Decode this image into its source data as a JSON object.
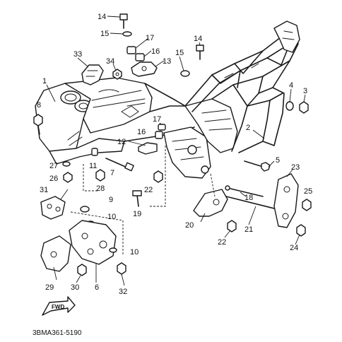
{
  "diagram": {
    "code": "3BMA361-5190",
    "fwd_label": "FWD",
    "callouts": [
      {
        "id": "c14a",
        "label": "14"
      },
      {
        "id": "c15a",
        "label": "15"
      },
      {
        "id": "c17a",
        "label": "17"
      },
      {
        "id": "c16a",
        "label": "16"
      },
      {
        "id": "c13",
        "label": "13"
      },
      {
        "id": "c33",
        "label": "33"
      },
      {
        "id": "c34",
        "label": "34"
      },
      {
        "id": "c1",
        "label": "1"
      },
      {
        "id": "c8",
        "label": "8"
      },
      {
        "id": "c14b",
        "label": "14"
      },
      {
        "id": "c15b",
        "label": "15"
      },
      {
        "id": "c4",
        "label": "4"
      },
      {
        "id": "c3",
        "label": "3"
      },
      {
        "id": "c2",
        "label": "2"
      },
      {
        "id": "c17b",
        "label": "17"
      },
      {
        "id": "c16b",
        "label": "16"
      },
      {
        "id": "c12",
        "label": "12"
      },
      {
        "id": "c11",
        "label": "11"
      },
      {
        "id": "c27",
        "label": "27"
      },
      {
        "id": "c26",
        "label": "26"
      },
      {
        "id": "c7",
        "label": "7"
      },
      {
        "id": "c28",
        "label": "28"
      },
      {
        "id": "c5",
        "label": "5"
      },
      {
        "id": "c23",
        "label": "23"
      },
      {
        "id": "c22a",
        "label": "22"
      },
      {
        "id": "c31",
        "label": "31"
      },
      {
        "id": "c9",
        "label": "9"
      },
      {
        "id": "c19",
        "label": "19"
      },
      {
        "id": "c18",
        "label": "18"
      },
      {
        "id": "c25",
        "label": "25"
      },
      {
        "id": "c10a",
        "label": "10"
      },
      {
        "id": "c20",
        "label": "20"
      },
      {
        "id": "c21",
        "label": "21"
      },
      {
        "id": "c22b",
        "label": "22"
      },
      {
        "id": "c24",
        "label": "24"
      },
      {
        "id": "c10b",
        "label": "10"
      },
      {
        "id": "c29",
        "label": "29"
      },
      {
        "id": "c30",
        "label": "30"
      },
      {
        "id": "c6",
        "label": "6"
      },
      {
        "id": "c32",
        "label": "32"
      }
    ]
  }
}
